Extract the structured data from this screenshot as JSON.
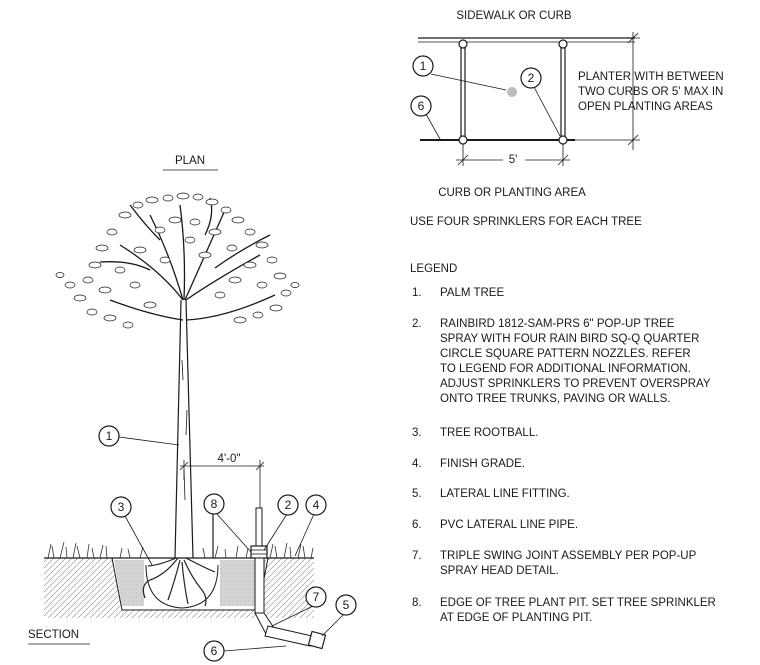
{
  "plan": {
    "top_label": "SIDEWALK OR CURB",
    "right_note": [
      "PLANTER WITH BETWEEN",
      "TWO CURBS OR 5' MAX IN",
      "OPEN PLANTING AREAS"
    ],
    "dimension": "5'",
    "bottom_label": "CURB OR PLANTING AREA",
    "title": "PLAN",
    "callouts": [
      "1",
      "2",
      "6"
    ]
  },
  "section": {
    "title": "SECTION",
    "dimension": "4'-0\"",
    "callouts": [
      "1",
      "2",
      "3",
      "4",
      "5",
      "6",
      "7",
      "8"
    ]
  },
  "note": "USE FOUR SPRINKLERS FOR EACH TREE",
  "legend": {
    "title": "LEGEND",
    "items": [
      {
        "num": "1.",
        "lines": [
          "PALM TREE"
        ]
      },
      {
        "num": "2.",
        "lines": [
          "RAINBIRD 1812-SAM-PRS 6\" POP-UP TREE",
          "SPRAY WITH FOUR RAIN BIRD SQ-Q QUARTER",
          "CIRCLE SQUARE PATTERN NOZZLES.  REFER",
          "TO LEGEND FOR ADDITIONAL INFORMATION.",
          "ADJUST SPRINKLERS TO PREVENT OVERSPRAY",
          "ONTO TREE TRUNKS, PAVING OR WALLS."
        ]
      },
      {
        "num": "3.",
        "lines": [
          "TREE ROOTBALL."
        ]
      },
      {
        "num": "4.",
        "lines": [
          "FINISH GRADE."
        ]
      },
      {
        "num": "5.",
        "lines": [
          "LATERAL LINE FITTING."
        ]
      },
      {
        "num": "6.",
        "lines": [
          "PVC LATERAL LINE PIPE."
        ]
      },
      {
        "num": "7.",
        "lines": [
          "TRIPLE SWING JOINT ASSEMBLY PER POP-UP",
          "SPRAY HEAD DETAIL."
        ]
      },
      {
        "num": "8.",
        "lines": [
          "EDGE OF TREE PLANT PIT.  SET TREE SPRINKLER",
          "AT EDGE OF PLANTING PIT."
        ]
      }
    ]
  }
}
